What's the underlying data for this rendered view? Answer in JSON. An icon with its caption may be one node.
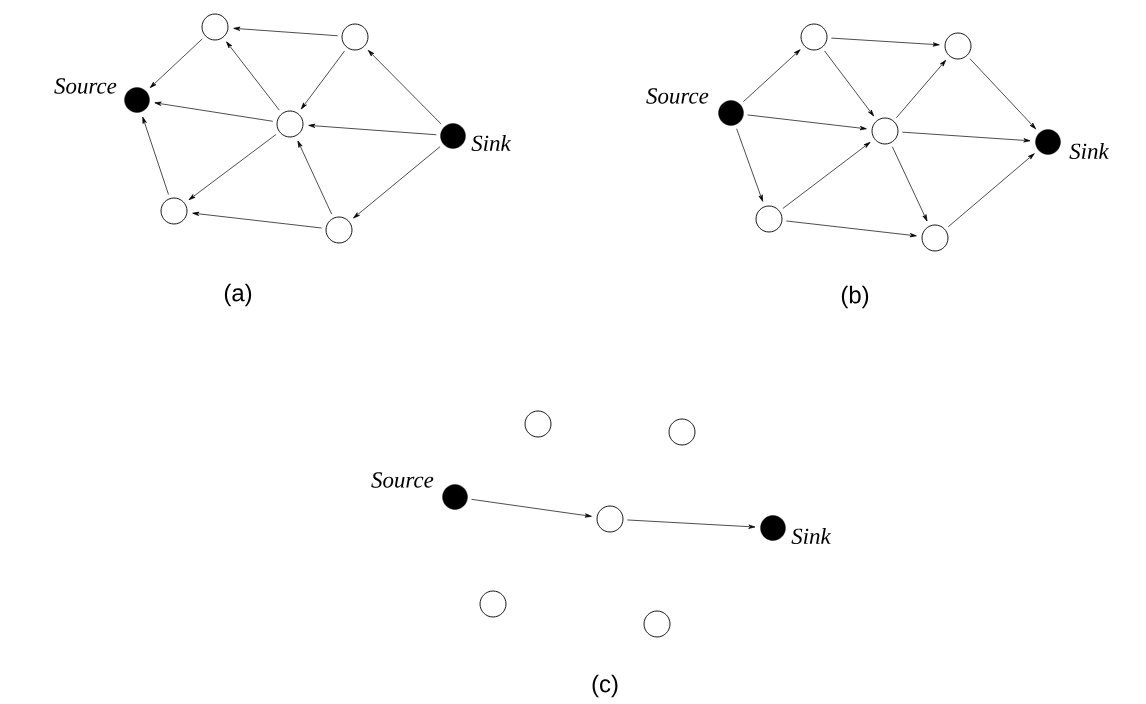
{
  "diagram": {
    "nodes": [
      {
        "text": [],
        "shape": "circle"
      },
      {
        "text": [],
        "shape": "circle"
      },
      {
        "text": [],
        "shape": "dot",
        "beside": [
          "Source"
        ]
      },
      {
        "text": [],
        "shape": "circle"
      },
      {
        "text": [],
        "shape": "dot",
        "beside": [
          "Sink"
        ]
      },
      {
        "text": [],
        "shape": "circle"
      },
      {
        "text": [],
        "shape": "circle"
      },
      {
        "text": [],
        "shape": "circle"
      },
      {
        "text": [],
        "shape": "circle"
      },
      {
        "text": [],
        "shape": "dot",
        "beside": [
          "Source"
        ]
      },
      {
        "text": [],
        "shape": "circle"
      },
      {
        "text": [],
        "shape": "dot",
        "beside": [
          "Sink"
        ]
      },
      {
        "text": [],
        "shape": "circle"
      },
      {
        "text": [],
        "shape": "circle"
      },
      {
        "text": [],
        "shape": "circle"
      },
      {
        "text": [],
        "shape": "circle"
      },
      {
        "text": [],
        "shape": "dot",
        "beside": [
          "Source"
        ]
      },
      {
        "text": [],
        "shape": "circle"
      },
      {
        "text": [],
        "shape": "dot",
        "beside": [
          "Sink"
        ]
      },
      {
        "text": [],
        "shape": "circle"
      },
      {
        "text": [],
        "shape": "circle"
      }
    ],
    "edges": [
      {
        "from": 1,
        "to": 0,
        "arrow": "to"
      },
      {
        "from": 0,
        "to": 2,
        "arrow": "to"
      },
      {
        "from": 3,
        "to": 0,
        "arrow": "to"
      },
      {
        "from": 1,
        "to": 3,
        "arrow": "to"
      },
      {
        "from": 4,
        "to": 1,
        "arrow": "to"
      },
      {
        "from": 3,
        "to": 2,
        "arrow": "to"
      },
      {
        "from": 4,
        "to": 3,
        "arrow": "to"
      },
      {
        "from": 3,
        "to": 5,
        "arrow": "to"
      },
      {
        "from": 6,
        "to": 3,
        "arrow": "to"
      },
      {
        "from": 5,
        "to": 2,
        "arrow": "to"
      },
      {
        "from": 4,
        "to": 6,
        "arrow": "to"
      },
      {
        "from": 6,
        "to": 5,
        "arrow": "to"
      },
      {
        "from": 9,
        "to": 7,
        "arrow": "to"
      },
      {
        "from": 7,
        "to": 8,
        "arrow": "to"
      },
      {
        "from": 7,
        "to": 10,
        "arrow": "to"
      },
      {
        "from": 9,
        "to": 10,
        "arrow": "to"
      },
      {
        "from": 9,
        "to": 12,
        "arrow": "to"
      },
      {
        "from": 10,
        "to": 8,
        "arrow": "to"
      },
      {
        "from": 8,
        "to": 11,
        "arrow": "to"
      },
      {
        "from": 10,
        "to": 11,
        "arrow": "to"
      },
      {
        "from": 12,
        "to": 10,
        "arrow": "to"
      },
      {
        "from": 10,
        "to": 13,
        "arrow": "to"
      },
      {
        "from": 12,
        "to": 13,
        "arrow": "to"
      },
      {
        "from": 13,
        "to": 11,
        "arrow": "to"
      },
      {
        "from": 16,
        "to": 17,
        "arrow": "to"
      },
      {
        "from": 17,
        "to": 18,
        "arrow": "to"
      }
    ],
    "labels": [
      "(a)",
      "(b)",
      "(c)"
    ]
  }
}
